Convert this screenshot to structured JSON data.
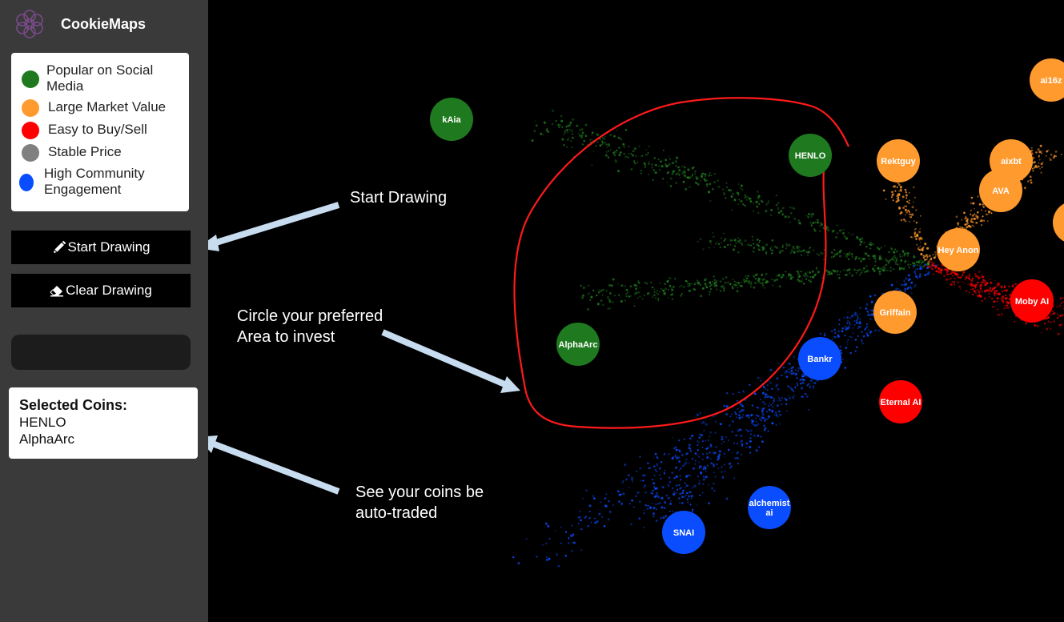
{
  "app": {
    "title": "CookieMaps"
  },
  "legend": {
    "items": [
      {
        "label_lines": [
          "Popular on Social",
          "Media"
        ],
        "color": "#1f7a1f"
      },
      {
        "label_lines": [
          "Large Market Value"
        ],
        "color": "#ff9a2e"
      },
      {
        "label_lines": [
          "Easy to Buy/Sell"
        ],
        "color": "#ff0000"
      },
      {
        "label_lines": [
          "Stable Price"
        ],
        "color": "#808080"
      },
      {
        "label_lines": [
          "High Community",
          "Engagement"
        ],
        "color": "#0a4dff"
      }
    ]
  },
  "buttons": {
    "start_drawing": "Start Drawing",
    "clear_drawing": "Clear Drawing"
  },
  "selected": {
    "title": "Selected Coins:",
    "coins": [
      "HENLO",
      "AlphaArc"
    ]
  },
  "annotations": {
    "start": "Start Drawing",
    "circle_line1": "Circle your preferred",
    "circle_line2": "Area to invest",
    "trade_line1": "See your coins be",
    "trade_line2": "auto-traded"
  },
  "coins": [
    {
      "label_lines": [
        "kAia"
      ],
      "group": "social"
    },
    {
      "label_lines": [
        "HENLO"
      ],
      "group": "social"
    },
    {
      "label_lines": [
        "AlphaArc"
      ],
      "group": "social"
    },
    {
      "label_lines": [
        "Rektguy"
      ],
      "group": "market"
    },
    {
      "label_lines": [
        "ai16z"
      ],
      "group": "market"
    },
    {
      "label_lines": [
        "aixbt"
      ],
      "group": "market"
    },
    {
      "label_lines": [
        "AVA"
      ],
      "group": "market"
    },
    {
      "label_lines": [
        "Hey Anon"
      ],
      "group": "market"
    },
    {
      "label_lines": [
        "Griffain"
      ],
      "group": "market"
    },
    {
      "label_lines": [
        "Moby AI"
      ],
      "group": "liquidity"
    },
    {
      "label_lines": [
        "Eternal AI"
      ],
      "group": "liquidity"
    },
    {
      "label_lines": [
        "Bankr"
      ],
      "group": "community"
    },
    {
      "label_lines": [
        "alchemist",
        "ai"
      ],
      "group": "community"
    },
    {
      "label_lines": [
        "SNAI"
      ],
      "group": "community"
    },
    {
      "label_lines": [],
      "group": "market"
    }
  ],
  "colors": {
    "social": "#1f7a1f",
    "market": "#ff9a2e",
    "liquidity": "#ff0000",
    "community": "#0a4dff",
    "stable": "#808080",
    "lasso": "#ff1a1a",
    "arrow": "#c8dcf0"
  },
  "icons": {
    "logo": "cookie-flower-logo-icon",
    "pencil": "pencil-icon",
    "eraser": "eraser-icon"
  }
}
